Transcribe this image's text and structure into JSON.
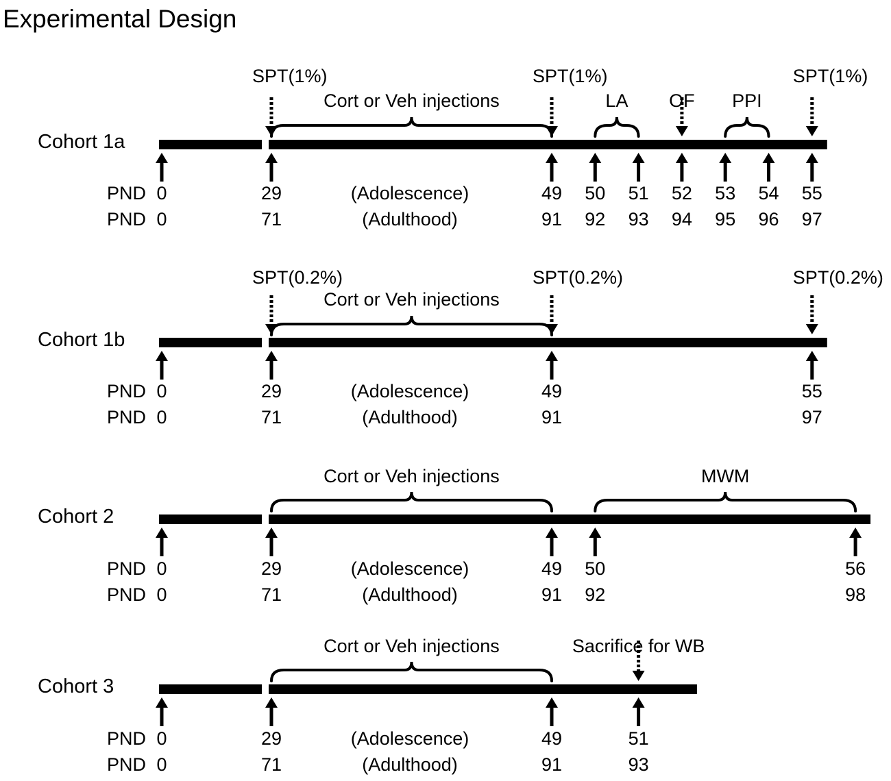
{
  "title": "Experimental Design",
  "cohorts": [
    {
      "name": "Cohort 1a",
      "pnd_label": "PND",
      "phase_adolescence": "(Adolescence)",
      "phase_adulthood": "(Adulthood)",
      "bars": [
        [
          0,
          24
        ],
        [
          25,
          55
        ]
      ],
      "start_ticks": [
        "0",
        "0"
      ],
      "ticks": [
        {
          "t": 29,
          "top": "29",
          "bottom": "71"
        },
        {
          "t": 49,
          "top": "49",
          "bottom": "91"
        },
        {
          "t": 50,
          "top": "50",
          "bottom": "92"
        },
        {
          "t": 51,
          "top": "51",
          "bottom": "93"
        },
        {
          "t": 52,
          "top": "52",
          "bottom": "94"
        },
        {
          "t": 53,
          "top": "53",
          "bottom": "95"
        },
        {
          "t": 54,
          "top": "54",
          "bottom": "96"
        },
        {
          "t": 55,
          "top": "55",
          "bottom": "97"
        }
      ],
      "markers": [
        {
          "t": 29,
          "label": "SPT(1%)"
        },
        {
          "t": 49,
          "label": "SPT(1%)"
        },
        {
          "t": 52,
          "label": "OF"
        },
        {
          "t": 55,
          "label": "SPT(1%)"
        }
      ],
      "braces": [
        {
          "from": 29,
          "to": 49,
          "label": "Cort or Veh injections"
        },
        {
          "from": 50,
          "to": 51,
          "label": "LA"
        },
        {
          "from": 53,
          "to": 54,
          "label": "PPI"
        }
      ]
    },
    {
      "name": "Cohort 1b",
      "pnd_label": "PND",
      "phase_adolescence": "(Adolescence)",
      "phase_adulthood": "(Adulthood)",
      "bars": [
        [
          0,
          24
        ],
        [
          25,
          55
        ]
      ],
      "start_ticks": [
        "0",
        "0"
      ],
      "ticks": [
        {
          "t": 29,
          "top": "29",
          "bottom": "71"
        },
        {
          "t": 49,
          "top": "49",
          "bottom": "91"
        },
        {
          "t": 55,
          "top": "55",
          "bottom": "97"
        }
      ],
      "markers": [
        {
          "t": 29,
          "label": "SPT(0.2%)"
        },
        {
          "t": 49,
          "label": "SPT(0.2%)"
        },
        {
          "t": 55,
          "label": "SPT(0.2%)"
        }
      ],
      "braces": [
        {
          "from": 29,
          "to": 49,
          "label": "Cort or Veh injections"
        }
      ]
    },
    {
      "name": "Cohort 2",
      "pnd_label": "PND",
      "phase_adolescence": "(Adolescence)",
      "phase_adulthood": "(Adulthood)",
      "bars": [
        [
          0,
          24
        ],
        [
          25,
          56
        ]
      ],
      "start_ticks": [
        "0",
        "0"
      ],
      "ticks": [
        {
          "t": 29,
          "top": "29",
          "bottom": "71"
        },
        {
          "t": 49,
          "top": "49",
          "bottom": "91"
        },
        {
          "t": 50,
          "top": "50",
          "bottom": "92"
        },
        {
          "t": 56,
          "top": "56",
          "bottom": "98"
        }
      ],
      "markers": [],
      "braces": [
        {
          "from": 29,
          "to": 49,
          "label": "Cort or Veh injections"
        },
        {
          "from": 50,
          "to": 56,
          "label": "MWM"
        }
      ]
    },
    {
      "name": "Cohort 3",
      "pnd_label": "PND",
      "phase_adolescence": "(Adolescence)",
      "phase_adulthood": "(Adulthood)",
      "bars": [
        [
          0,
          24
        ],
        [
          25,
          52
        ]
      ],
      "start_ticks": [
        "0",
        "0"
      ],
      "ticks": [
        {
          "t": 29,
          "top": "29",
          "bottom": "71"
        },
        {
          "t": 49,
          "top": "49",
          "bottom": "91"
        },
        {
          "t": 51,
          "top": "51",
          "bottom": "93"
        }
      ],
      "markers": [
        {
          "t": 51,
          "label": "Sacrifice for WB"
        }
      ],
      "braces": [
        {
          "from": 29,
          "to": 49,
          "label": "Cort or Veh injections"
        }
      ]
    }
  ]
}
